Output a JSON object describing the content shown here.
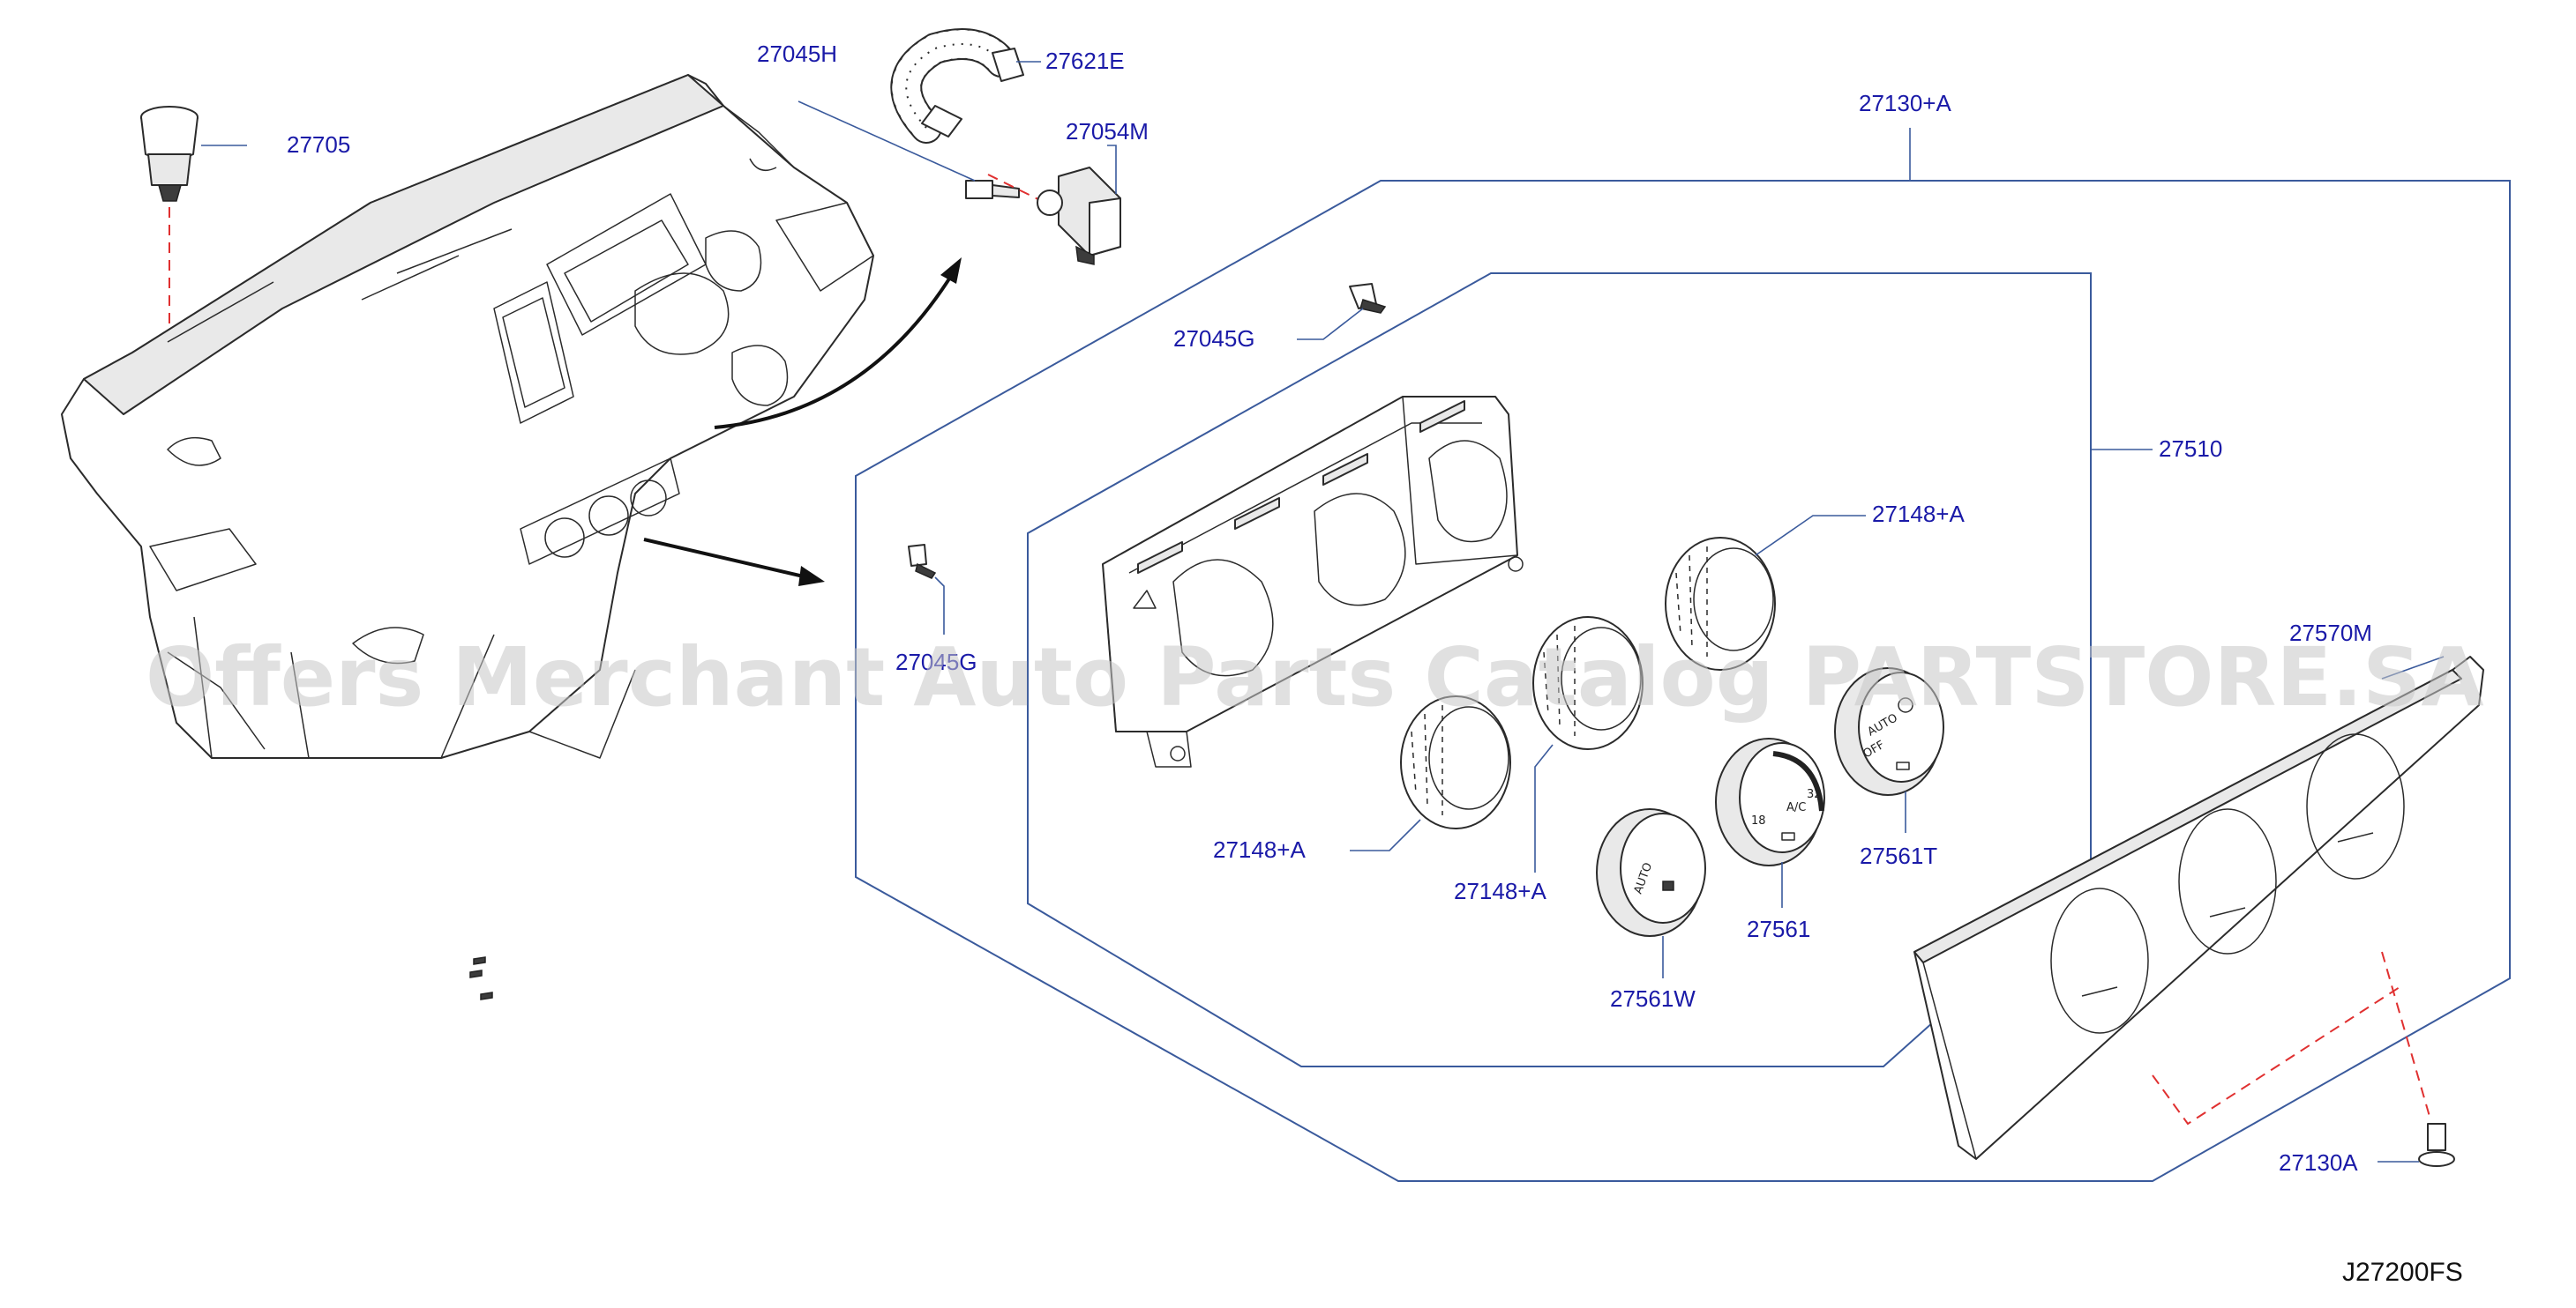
{
  "diagram_code": "J27200FS",
  "watermark": "Offers Merchant Auto Parts Catalog PARTSTORE.SA",
  "parts": {
    "p27705": "27705",
    "p27045H": "27045H",
    "p27621E": "27621E",
    "p27054M": "27054M",
    "p27130A_group": "27130+A",
    "p27045G_top": "27045G",
    "p27510": "27510",
    "p27045G_left": "27045G",
    "p27148A_right": "27148+A",
    "p27570M": "27570M",
    "p27148A_left": "27148+A",
    "p27148A_mid": "27148+A",
    "p27561T": "27561T",
    "p27561": "27561",
    "p27561W": "27561W",
    "p27130A": "27130A"
  },
  "knob_text": {
    "fan_auto": "AUTO",
    "fan_off": "OFF",
    "ac": "A/C",
    "temp_low": "18",
    "temp_high": "32",
    "mode_auto": "AUTO"
  },
  "colors": {
    "label": "#1a1aa8",
    "frame": "#3a5a9c",
    "dashed_guide": "#e03030"
  }
}
